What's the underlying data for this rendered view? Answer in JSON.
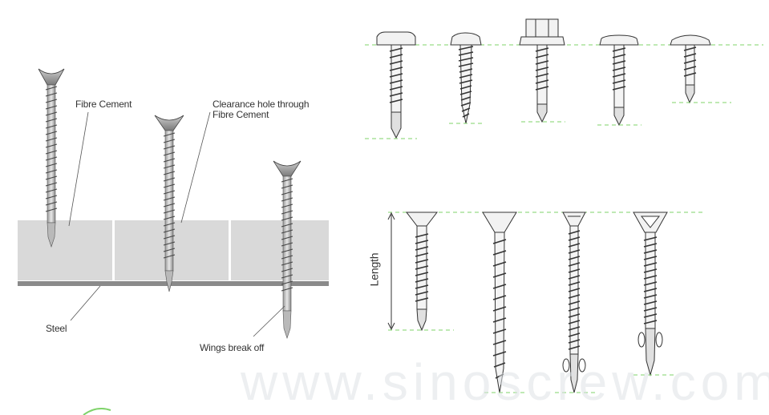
{
  "labels": {
    "fibre_cement": "Fibre Cement",
    "clearance_line1": "Clearance hole through",
    "clearance_line2": "Fibre Cement",
    "steel": "Steel",
    "wings": "Wings break off",
    "length": "Length"
  },
  "watermark": "www.sinoscrew.com",
  "colors": {
    "guide_line": "#7fd36a",
    "panel": "#d9d9d9",
    "steel": "#8a8a8a",
    "ink": "#333333"
  },
  "icons": {
    "installation": [
      "wafer-head-screw-icon",
      "bugle-head-screw-icon",
      "wing-tip-screw-icon"
    ],
    "head_styles": [
      "truss-head-screw-icon",
      "pan-head-screw-icon",
      "hex-washer-head-screw-icon",
      "modified-truss-head-screw-icon",
      "wafer-head-small-screw-icon"
    ],
    "length_types": [
      "bugle-head-drill-screw-icon",
      "bugle-head-needle-screw-icon",
      "ribbed-flat-head-wing-screw-icon",
      "reamer-wing-screw-icon"
    ],
    "misc": "green-logo-arc-icon"
  }
}
